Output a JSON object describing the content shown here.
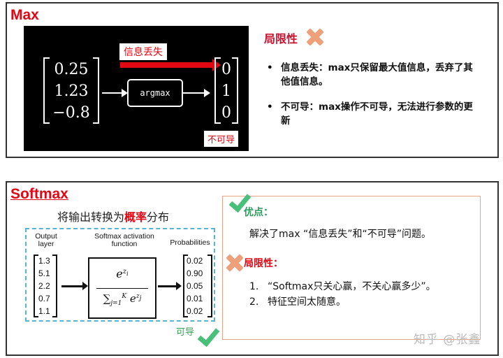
{
  "max_section": {
    "title": "Max",
    "diagram": {
      "input_vector": [
        "0.25",
        "1.23",
        "−0.8"
      ],
      "output_vector": [
        "0",
        "1",
        "0"
      ],
      "operation": "argmax",
      "loss_label": "信息丢失",
      "nondiff_label": "不可导",
      "colors": {
        "background": "#000000",
        "arrow_red": "#e30613",
        "arrow_white": "#ffffff"
      }
    },
    "limitations": {
      "heading": "局限性",
      "icon": "x-mark-icon",
      "bullets": [
        "信息丢失：max只保留最大值信息，丢弃了其他值信息。",
        "不可导：max操作不可导，无法进行参数的更新"
      ]
    }
  },
  "softmax_section": {
    "title": "Softmax",
    "subtitle_pre": "将输出转换为",
    "subtitle_highlight": "概率",
    "subtitle_post": "分布",
    "diagram": {
      "label_output": "Output layer",
      "label_function": "Softmax activation function",
      "label_probabilities": "Probabilities",
      "input_vector": [
        "1.3",
        "5.1",
        "2.2",
        "0.7",
        "1.1"
      ],
      "output_vector": [
        "0.02",
        "0.90",
        "0.05",
        "0.01",
        "0.02"
      ],
      "formula_numerator": "e^{z_i}",
      "formula_denominator": "Σ_{j=1}^{K} e^{z_j}"
    },
    "diff_label": "可导",
    "pros": {
      "heading": "优点：",
      "text": "解决了max “信息丢失”和“不可导”问题。"
    },
    "cons": {
      "heading": "局限性：",
      "items": [
        {
          "num": "1.",
          "text": "“Softmax只关心赢，不关心赢多少”。"
        },
        {
          "num": "2.",
          "text": "特征空间太随意。"
        }
      ]
    },
    "colors": {
      "pros_green": "#2a9d5c",
      "check_green": "#48c079",
      "cons_red": "#e30613",
      "x_orange": "#eea07a",
      "dashed_border": "#5ab4d0",
      "summary_border": "#e9a58a"
    }
  },
  "watermark": "知乎 @张鑫"
}
